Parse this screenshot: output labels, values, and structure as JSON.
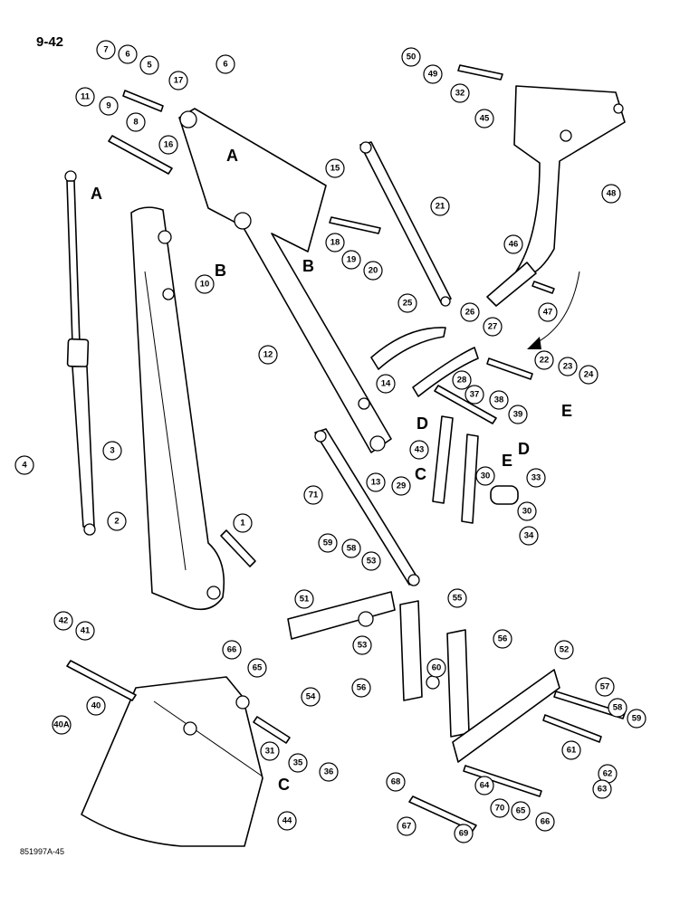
{
  "page_number": "9-42",
  "figure_code": "851997A-45",
  "callouts": [
    "1",
    "2",
    "3",
    "4",
    "5",
    "6",
    "6",
    "7",
    "8",
    "9",
    "10",
    "11",
    "12",
    "13",
    "14",
    "15",
    "16",
    "17",
    "18",
    "19",
    "20",
    "21",
    "22",
    "23",
    "24",
    "25",
    "26",
    "27",
    "28",
    "29",
    "30",
    "30",
    "31",
    "32",
    "33",
    "34",
    "35",
    "36",
    "37",
    "38",
    "39",
    "40",
    "40A",
    "41",
    "42",
    "43",
    "44",
    "45",
    "46",
    "47",
    "48",
    "49",
    "50",
    "51",
    "52",
    "53",
    "53",
    "54",
    "55",
    "56",
    "56",
    "57",
    "58",
    "58",
    "59",
    "59",
    "60",
    "61",
    "62",
    "63",
    "64",
    "65",
    "65",
    "66",
    "66",
    "67",
    "68",
    "69",
    "70",
    "71"
  ],
  "reference_letters": [
    "A",
    "A",
    "B",
    "B",
    "C",
    "C",
    "D",
    "D",
    "E",
    "E"
  ]
}
